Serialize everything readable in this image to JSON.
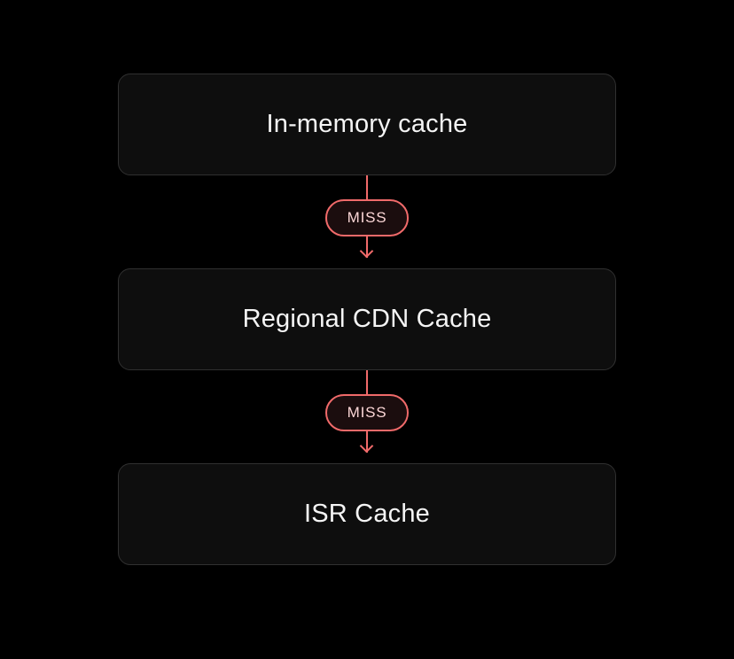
{
  "colors": {
    "background": "#000000",
    "node-bg": "#0e0e0e",
    "node-border": "#303030",
    "node-text": "#f5f5f5",
    "accent": "#f06a6a",
    "badge-bg": "#1b0d0e",
    "badge-text": "#fbd6d6"
  },
  "diagram": {
    "nodes": [
      {
        "label": "In-memory cache"
      },
      {
        "label": "Regional CDN Cache"
      },
      {
        "label": "ISR Cache"
      }
    ],
    "edges": [
      {
        "from": "In-memory cache",
        "to": "Regional CDN Cache",
        "label": "MISS"
      },
      {
        "from": "Regional CDN Cache",
        "to": "ISR Cache",
        "label": "MISS"
      }
    ]
  }
}
